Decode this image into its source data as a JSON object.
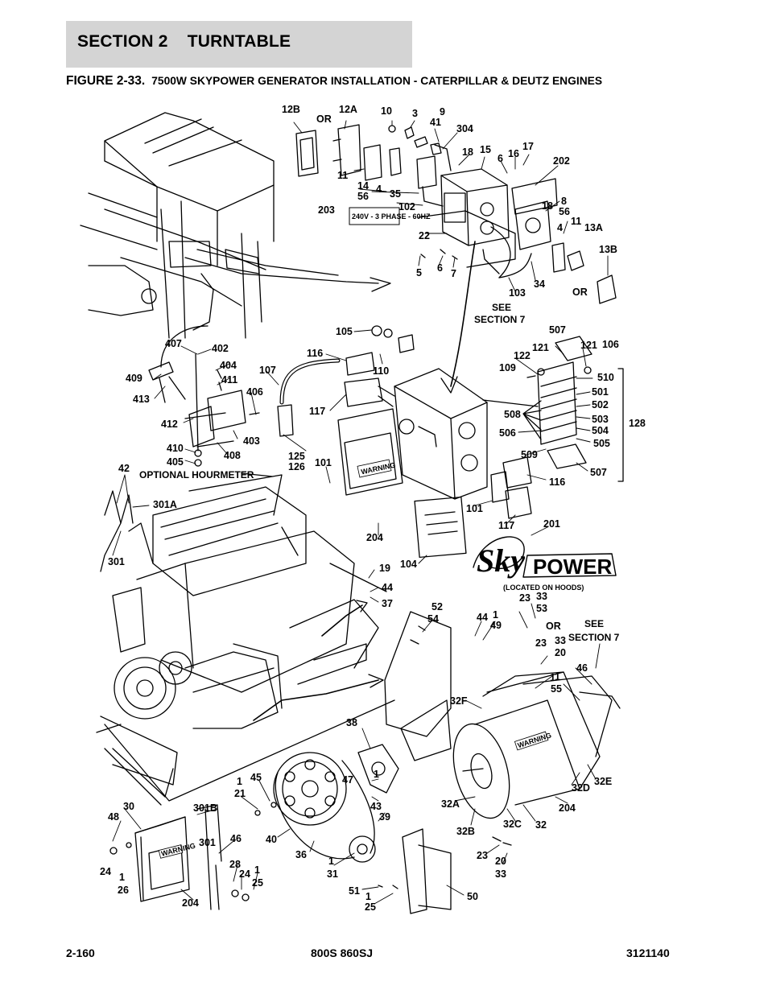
{
  "header": {
    "section_number": "SECTION 2",
    "section_title": "TURNTABLE"
  },
  "figure": {
    "number": "FIGURE 2-33.",
    "title": "7500W SKYPOWER GENERATOR INSTALLATION - CATERPILLAR & DEUTZ ENGINES"
  },
  "decals": {
    "voltage": "240V - 3 PHASE - 60HZ",
    "warning": "WARNING",
    "brand_part1": "Sky",
    "brand_part2": "POWER"
  },
  "notes": {
    "optional_hourmeter": "OPTIONAL HOURMETER",
    "located_on_hoods": "(LOCATED ON HOODS)",
    "see_section_7_top_line1": "SEE",
    "see_section_7_top_line2": "SECTION 7",
    "see_section_7_right_line1": "SEE",
    "see_section_7_right_line2": "SECTION 7",
    "or_top": "OR",
    "or_right": "OR",
    "or_lower": "OR"
  },
  "callouts": [
    "12B",
    "12A",
    "10",
    "3",
    "9",
    "41",
    "304",
    "18",
    "15",
    "6",
    "16",
    "17",
    "202",
    "11",
    "14",
    "56",
    "4",
    "35",
    "102",
    "203",
    "18",
    "8",
    "56",
    "11",
    "13A",
    "4",
    "22",
    "5",
    "6",
    "7",
    "103",
    "34",
    "13B",
    "105",
    "116",
    "110",
    "407",
    "402",
    "404",
    "411",
    "107",
    "406",
    "409",
    "413",
    "412",
    "403",
    "408",
    "410",
    "405",
    "117",
    "125",
    "126",
    "101",
    "101",
    "204",
    "507",
    "122",
    "121",
    "121",
    "106",
    "109",
    "510",
    "501",
    "502",
    "503",
    "504",
    "505",
    "508",
    "506",
    "509",
    "128",
    "507",
    "116",
    "117",
    "201",
    "42",
    "301A",
    "301",
    "104",
    "19",
    "44",
    "37",
    "52",
    "54",
    "44",
    "1",
    "49",
    "23",
    "33",
    "53",
    "23",
    "33",
    "20",
    "1",
    "55",
    "46",
    "32F",
    "38",
    "47",
    "1",
    "43",
    "39",
    "32A",
    "32B",
    "32C",
    "32",
    "204",
    "32D",
    "32E",
    "30",
    "48",
    "24",
    "1",
    "26",
    "301B",
    "301",
    "46",
    "28",
    "24",
    "1",
    "25",
    "204",
    "1",
    "45",
    "21",
    "40",
    "36",
    "1",
    "31",
    "51",
    "1",
    "25",
    "50",
    "23",
    "20",
    "33",
    "1"
  ],
  "footer": {
    "page": "2-160",
    "model": "800S 860SJ",
    "part_number": "3121140"
  }
}
